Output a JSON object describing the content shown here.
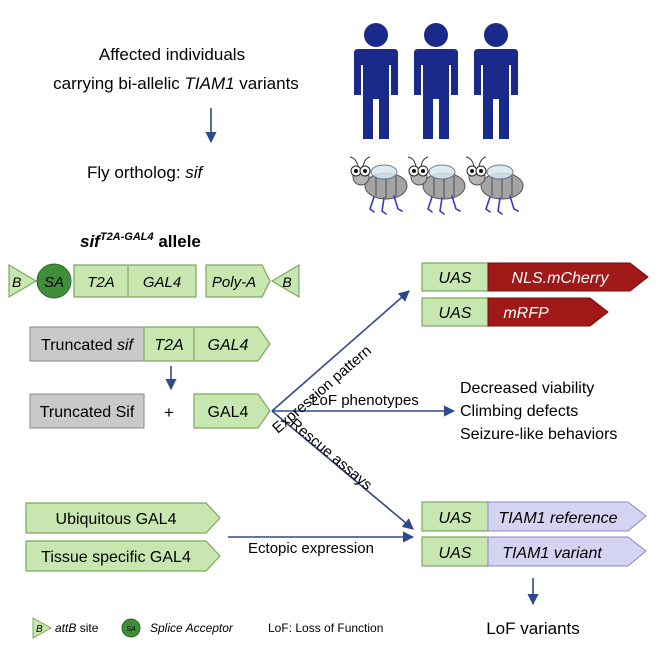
{
  "header": {
    "line1": "Affected individuals",
    "line2_prefix": "carrying bi-allelic ",
    "line2_gene": "TIAM1",
    "line2_suffix": " variants",
    "ortholog_prefix": "Fly ortholog: ",
    "ortholog_gene": "sif"
  },
  "allele": {
    "gene": "sif",
    "superscript": "T2A-GAL4",
    "suffix": " allele",
    "segments": [
      "B",
      "SA",
      "T2A",
      "GAL4",
      "Poly-A",
      "B"
    ]
  },
  "truncated_construct": {
    "prefix": "Truncated ",
    "gene": "sif",
    "t2a": "T2A",
    "gal4": "GAL4"
  },
  "products": {
    "protein": "Truncated Sif",
    "plus": "+",
    "gal4": "GAL4"
  },
  "arrows": {
    "expression": "Expression pattern",
    "lof": "LoF phenotypes",
    "rescue": "Rescue assays",
    "ectopic": "Ectopic expression"
  },
  "reporters": [
    {
      "uas": "UAS",
      "label": "NLS.mCherry"
    },
    {
      "uas": "UAS",
      "label": "mRFP"
    }
  ],
  "phenotypes": [
    "Decreased viability",
    "Climbing defects",
    "Seizure-like behaviors"
  ],
  "drivers": [
    "Ubiquitous GAL4",
    "Tissue specific GAL4"
  ],
  "rescue_constructs": [
    {
      "uas": "UAS",
      "label": "TIAM1 reference"
    },
    {
      "uas": "UAS",
      "label": "TIAM1 variant"
    }
  ],
  "result": "LoF variants",
  "legend": {
    "attb_symbol": "B",
    "attb_label": "attB",
    "attb_suffix": " site",
    "sa_symbol": "SA",
    "sa_label": "Splice Acceptor",
    "lof": "LoF: Loss of Function"
  },
  "colors": {
    "person": "#1a2a8a",
    "arrow": "#2f4a8c",
    "green_box": "#c8e6b0",
    "green_stroke": "#7aa860",
    "sa_circle": "#3f8f3a",
    "grey_box": "#c9c9c9",
    "red_box": "#a01818",
    "lavender_box": "#d4d4f2",
    "fly_body": "#a4a4a4",
    "fly_wing": "#d8e8f0"
  },
  "icons": [
    "person-icon",
    "fly-icon"
  ]
}
